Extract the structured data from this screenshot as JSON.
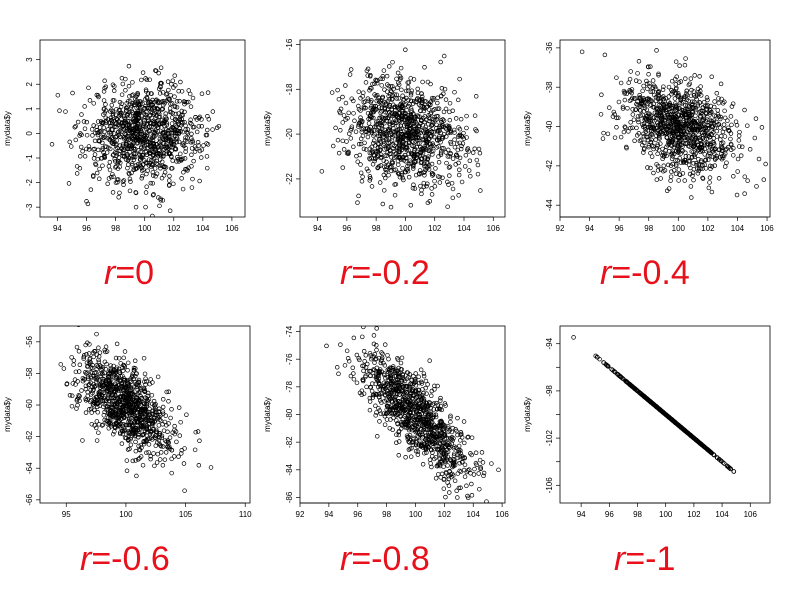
{
  "colors": {
    "label": "#e8101a",
    "points": "#000000"
  },
  "chart_data": [
    {
      "type": "scatter",
      "ylabel": "mydata$y",
      "r_label": "r=0",
      "r_var": "r",
      "r_value": "=0",
      "r": 0.0,
      "point_count": 1000,
      "x_mean": 100,
      "x_sd": 2,
      "y_mean": 0,
      "y_sd": 1,
      "xlim": [
        92.8,
        106.9
      ],
      "ylim": [
        -3.4,
        3.8
      ],
      "xticks": [
        94,
        96,
        98,
        100,
        102,
        104,
        106
      ],
      "yticks": [
        -3,
        -2,
        -1,
        0,
        1,
        2,
        3
      ]
    },
    {
      "type": "scatter",
      "ylabel": "mydata$y",
      "r_label": "r=-0.2",
      "r_var": "r",
      "r_value": "=-0.2",
      "r": -0.2,
      "point_count": 1000,
      "x_mean": 100,
      "x_sd": 2,
      "y_mean": -20,
      "y_sd": 1.2,
      "xlim": [
        92.8,
        106.8
      ],
      "ylim": [
        -23.7,
        -15.8
      ],
      "xticks": [
        94,
        96,
        98,
        100,
        102,
        104,
        106
      ],
      "yticks": [
        -16,
        -18,
        -20,
        -22
      ]
    },
    {
      "type": "scatter",
      "ylabel": "mydata$y",
      "r_label": "r=-0.4",
      "r_var": "r",
      "r_value": "=-0.4",
      "r": -0.4,
      "point_count": 1000,
      "x_mean": 100,
      "x_sd": 2,
      "y_mean": -40,
      "y_sd": 1.3,
      "xlim": [
        92,
        106.2
      ],
      "ylim": [
        -44.6,
        -35.6
      ],
      "xticks": [
        92,
        94,
        96,
        98,
        100,
        102,
        104,
        106
      ],
      "yticks": [
        -36,
        -38,
        -40,
        -42,
        -44
      ]
    },
    {
      "type": "scatter",
      "ylabel": "mydata$y",
      "r_label": "r=-0.6",
      "r_var": "r",
      "r_value": "=-0.6",
      "r": -0.6,
      "point_count": 1000,
      "x_mean": 100,
      "x_sd": 2,
      "y_mean": -60,
      "y_sd": 1.6,
      "xlim": [
        92.8,
        110.4
      ],
      "ylim": [
        -66.2,
        -55
      ],
      "xticks": [
        95,
        100,
        105,
        110
      ],
      "yticks": [
        -56,
        -58,
        -60,
        -62,
        -64,
        -66
      ]
    },
    {
      "type": "scatter",
      "ylabel": "mydata$y",
      "r_label": "r=-0.8",
      "r_var": "r",
      "r_value": "=-0.8",
      "r": -0.8,
      "point_count": 1000,
      "x_mean": 100,
      "x_sd": 2,
      "y_mean": -80,
      "y_sd": 2.4,
      "xlim": [
        92,
        106.2
      ],
      "ylim": [
        -86.4,
        -73.6
      ],
      "xticks": [
        92,
        94,
        96,
        98,
        100,
        102,
        104,
        106
      ],
      "yticks": [
        -74,
        -76,
        -78,
        -80,
        -82,
        -84,
        -86
      ]
    },
    {
      "type": "scatter",
      "ylabel": "mydata$y",
      "r_label": "r=-1",
      "r_var": "r",
      "r_value": "=-1",
      "r": -1.0,
      "point_count": 600,
      "x_mean": 100,
      "x_sd": 2,
      "y_mean": -100,
      "y_sd": 2,
      "xlim": [
        92.5,
        107.4
      ],
      "ylim": [
        -107.5,
        -92.5
      ],
      "xticks": [
        94,
        96,
        98,
        100,
        102,
        104,
        106
      ],
      "yticks": [
        -94,
        -98,
        -102,
        -106
      ],
      "ytick_minor": [
        -96,
        -100,
        -104
      ]
    }
  ]
}
